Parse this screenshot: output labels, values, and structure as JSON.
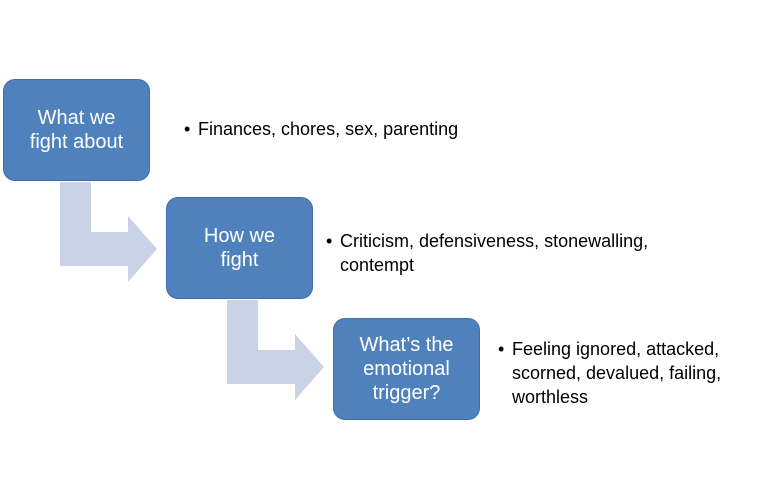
{
  "steps": [
    {
      "label": "What we\nfight about",
      "detail": "Finances, chores, sex, parenting"
    },
    {
      "label": "How we\nfight",
      "detail": "Criticism, defensiveness, stonewalling,\ncontempt"
    },
    {
      "label": "What’s the\nemotional\ntrigger?",
      "detail": "Feeling ignored, attacked,\nscorned, devalued, failing,\nworthless"
    }
  ],
  "colors": {
    "box_fill": "#4f81bd",
    "box_text": "#ffffff",
    "arrow_fill": "#c8d3e6",
    "bullet_text": "#000000"
  },
  "bullet_glyph": "•"
}
